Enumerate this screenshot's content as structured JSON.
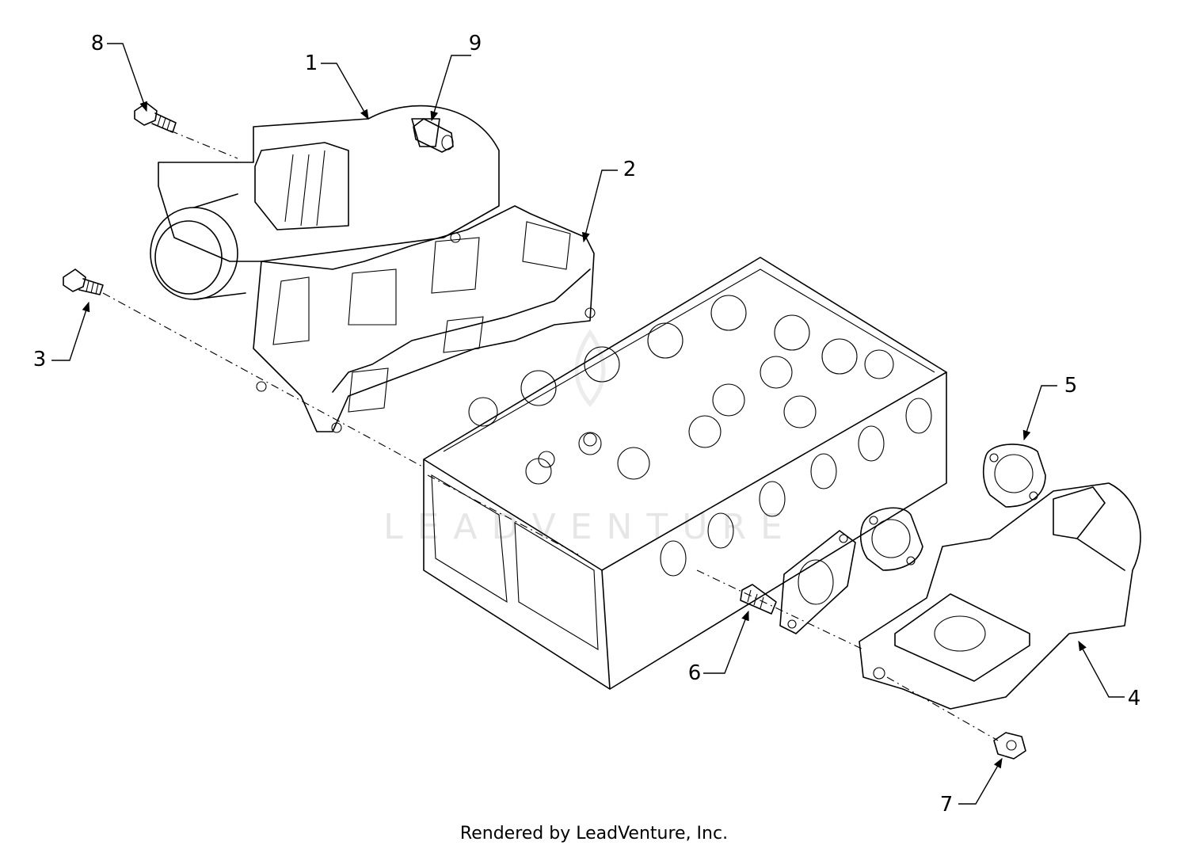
{
  "watermark": "LEADVENTURE",
  "footer": {
    "credit": "Rendered by LeadVenture, Inc."
  },
  "callouts": [
    {
      "id": "1",
      "label": "1"
    },
    {
      "id": "2",
      "label": "2"
    },
    {
      "id": "3",
      "label": "3"
    },
    {
      "id": "4",
      "label": "4"
    },
    {
      "id": "5",
      "label": "5"
    },
    {
      "id": "6",
      "label": "6"
    },
    {
      "id": "7",
      "label": "7"
    },
    {
      "id": "8",
      "label": "8"
    },
    {
      "id": "9",
      "label": "9"
    }
  ],
  "colors": {
    "line": "#000000",
    "background": "#ffffff",
    "watermark": "#e6e6e6"
  }
}
